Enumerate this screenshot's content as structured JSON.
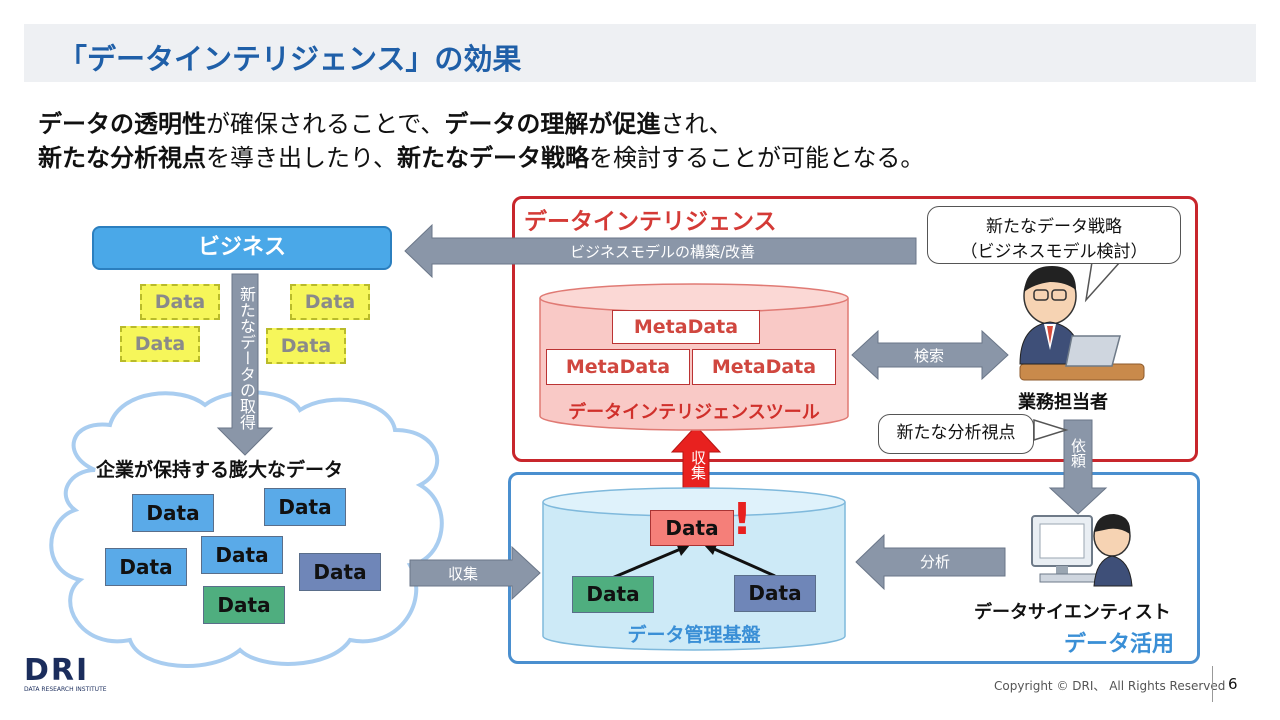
{
  "title": "「データインテリジェンス」の効果",
  "lead": {
    "line1": [
      {
        "t": "データの透明性",
        "b": true
      },
      {
        "t": "が確保されることで、",
        "b": false
      },
      {
        "t": "データの理解が促進",
        "b": true
      },
      {
        "t": "され、",
        "b": false
      }
    ],
    "line2": [
      {
        "t": "新たな分析視点",
        "b": true
      },
      {
        "t": "を導き出したり、",
        "b": false
      },
      {
        "t": "新たなデータ戦略",
        "b": true
      },
      {
        "t": "を検討することが可能となる。",
        "b": false
      }
    ]
  },
  "business": {
    "label": "ビジネス",
    "data_items": [
      "Data",
      "Data",
      "Data",
      "Data"
    ],
    "down_arrow_label": "新たなデータの取得"
  },
  "cloud": {
    "title": "企業が保持する膨大なデータ",
    "data_items": [
      {
        "label": "Data",
        "color": "#5aaae8"
      },
      {
        "label": "Data",
        "color": "#5aaae8"
      },
      {
        "label": "Data",
        "color": "#5aaae8"
      },
      {
        "label": "Data",
        "color": "#5aaae8"
      },
      {
        "label": "Data",
        "color": "#6f86b8"
      },
      {
        "label": "Data",
        "color": "#4fae7f"
      }
    ],
    "collect_label": "収集"
  },
  "intelligence": {
    "label": "データインテリジェンス",
    "left_arrow_label": "ビジネスモデルの構築/改善",
    "tool_label": "データインテリジェンスツール",
    "metadata": [
      "MetaData",
      "MetaData",
      "MetaData"
    ],
    "search_label": "検索",
    "collect_label": "収集"
  },
  "platform": {
    "label": "データ管理基盤",
    "top": "Data",
    "left": "Data",
    "right": "Data",
    "exclaim": "!"
  },
  "utilization": {
    "label": "データ活用",
    "analysis_label": "分析",
    "request_label": "依頼",
    "scientist": "データサイエンティスト"
  },
  "business_person": {
    "label": "業務担当者",
    "bubble_strategy_line1": "新たなデータ戦略",
    "bubble_strategy_line2": "（ビジネスモデル検討）",
    "bubble_viewpoint": "新たな分析視点"
  },
  "footer": {
    "logo": "DRI",
    "logo_sub": "DATA RESEARCH INSTITUTE",
    "copyright": "Copyright © DRI、 All Rights Reserved",
    "page": "6"
  }
}
